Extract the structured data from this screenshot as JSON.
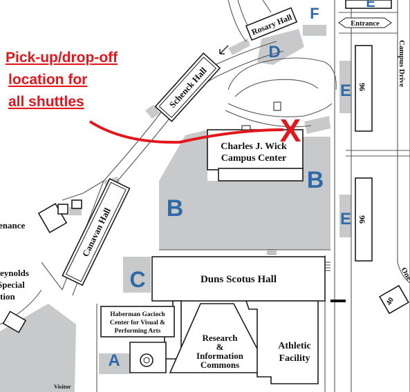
{
  "callout": {
    "line1": "Pick-up/drop-off",
    "line2": "location for",
    "line3": "all shuttles",
    "marker": "X",
    "color": "#e3161b"
  },
  "buildings": {
    "rosary": "Rosary Hall",
    "schenck": "Schenck Hall",
    "canavan": "Canavan Hall",
    "wick_1": "Charles J. Wick",
    "wick_2": "Campus Center",
    "duns": "Duns Scotus Hall",
    "haberman_1": "Haberman Gacioch",
    "haberman_2": "Center for Visual &",
    "haberman_3": "Performing Arts",
    "research_1": "Research",
    "research_2": "&",
    "research_3": "Information",
    "research_4": "Commons",
    "athletic_1": "Athletic",
    "athletic_2": "Facility",
    "maintenance_partial": "enance",
    "reynolds_1": "eynolds",
    "reynolds_2": "Special",
    "reynolds_3": "tion",
    "visitor_partial": "Visitor"
  },
  "lots": {
    "A": "A",
    "B1": "B",
    "B2": "B",
    "C": "C",
    "D": "D",
    "E1": "E",
    "E2": "E",
    "F": "F",
    "top_partial": "E",
    "color": "#2e6aa8"
  },
  "roads": {
    "entrance": "Entrance",
    "campus_drive": "Campus Drive",
    "one_partial": "One",
    "route_96_a": "96",
    "route_96_b": "96",
    "route_40": "40"
  }
}
